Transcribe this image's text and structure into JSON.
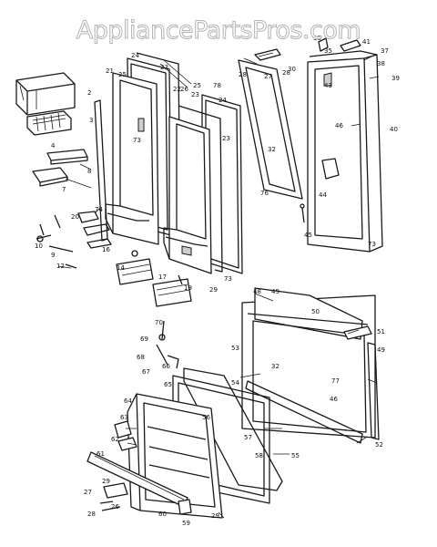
{
  "watermark": "AppliancePartsPros.com",
  "callouts": [
    {
      "id": "c24a",
      "text": "24"
    },
    {
      "id": "c23a",
      "text": "23"
    },
    {
      "id": "c21",
      "text": "21"
    },
    {
      "id": "c25a",
      "text": "25"
    },
    {
      "id": "c73a",
      "text": "73"
    },
    {
      "id": "c22",
      "text": "22"
    },
    {
      "id": "c26",
      "text": "26"
    },
    {
      "id": "c23b",
      "text": "23"
    },
    {
      "id": "c24b",
      "text": "24"
    },
    {
      "id": "c78",
      "text": "78"
    },
    {
      "id": "c25b",
      "text": "25"
    },
    {
      "id": "c23c",
      "text": "23"
    },
    {
      "id": "c29a",
      "text": "29"
    },
    {
      "id": "c73b",
      "text": "73"
    },
    {
      "id": "c3",
      "text": "3"
    },
    {
      "id": "c2",
      "text": "2"
    },
    {
      "id": "c4",
      "text": "4"
    },
    {
      "id": "c8",
      "text": "8"
    },
    {
      "id": "c7",
      "text": "7"
    },
    {
      "id": "c20",
      "text": "20"
    },
    {
      "id": "c74",
      "text": "74"
    },
    {
      "id": "c16",
      "text": "16"
    },
    {
      "id": "c10",
      "text": "10"
    },
    {
      "id": "c9",
      "text": "9"
    },
    {
      "id": "c12",
      "text": "12"
    },
    {
      "id": "c14",
      "text": "14"
    },
    {
      "id": "c17",
      "text": "17"
    },
    {
      "id": "c19",
      "text": "19"
    },
    {
      "id": "c28a",
      "text": "28"
    },
    {
      "id": "c27a",
      "text": "27"
    },
    {
      "id": "c28b",
      "text": "28"
    },
    {
      "id": "c30",
      "text": "30"
    },
    {
      "id": "c33",
      "text": "33"
    },
    {
      "id": "c41",
      "text": "41"
    },
    {
      "id": "c35",
      "text": "35"
    },
    {
      "id": "c37",
      "text": "37"
    },
    {
      "id": "c38",
      "text": "38"
    },
    {
      "id": "c39",
      "text": "39"
    },
    {
      "id": "c43",
      "text": "43"
    },
    {
      "id": "c46a",
      "text": "46"
    },
    {
      "id": "c40",
      "text": "40"
    },
    {
      "id": "c32a",
      "text": "32"
    },
    {
      "id": "c76",
      "text": "76"
    },
    {
      "id": "c44",
      "text": "44"
    },
    {
      "id": "c45",
      "text": "45"
    },
    {
      "id": "c73c",
      "text": "73"
    },
    {
      "id": "c48",
      "text": "48"
    },
    {
      "id": "c49",
      "text": "49"
    },
    {
      "id": "c50",
      "text": "50"
    },
    {
      "id": "c51",
      "text": "51"
    },
    {
      "id": "c53",
      "text": "53"
    },
    {
      "id": "c32b",
      "text": "32"
    },
    {
      "id": "c54",
      "text": "54"
    },
    {
      "id": "c77",
      "text": "77"
    },
    {
      "id": "c46b",
      "text": "46"
    },
    {
      "id": "c49b",
      "text": "49"
    },
    {
      "id": "c52",
      "text": "52"
    },
    {
      "id": "c70",
      "text": "70"
    },
    {
      "id": "c69",
      "text": "69"
    },
    {
      "id": "c68",
      "text": "68"
    },
    {
      "id": "c67",
      "text": "67"
    },
    {
      "id": "c66",
      "text": "66"
    },
    {
      "id": "c65",
      "text": "65"
    },
    {
      "id": "c64",
      "text": "64"
    },
    {
      "id": "c56",
      "text": "56"
    },
    {
      "id": "c57",
      "text": "57"
    },
    {
      "id": "c58",
      "text": "58"
    },
    {
      "id": "c55",
      "text": "55"
    },
    {
      "id": "c63",
      "text": "63"
    },
    {
      "id": "c62",
      "text": "62"
    },
    {
      "id": "c61",
      "text": "61"
    },
    {
      "id": "c60",
      "text": "60"
    },
    {
      "id": "c29b",
      "text": "29"
    },
    {
      "id": "c27b",
      "text": "27"
    },
    {
      "id": "c26b",
      "text": "26"
    },
    {
      "id": "c28c",
      "text": "28"
    },
    {
      "id": "c59",
      "text": "59"
    },
    {
      "id": "c29c",
      "text": "29"
    }
  ]
}
